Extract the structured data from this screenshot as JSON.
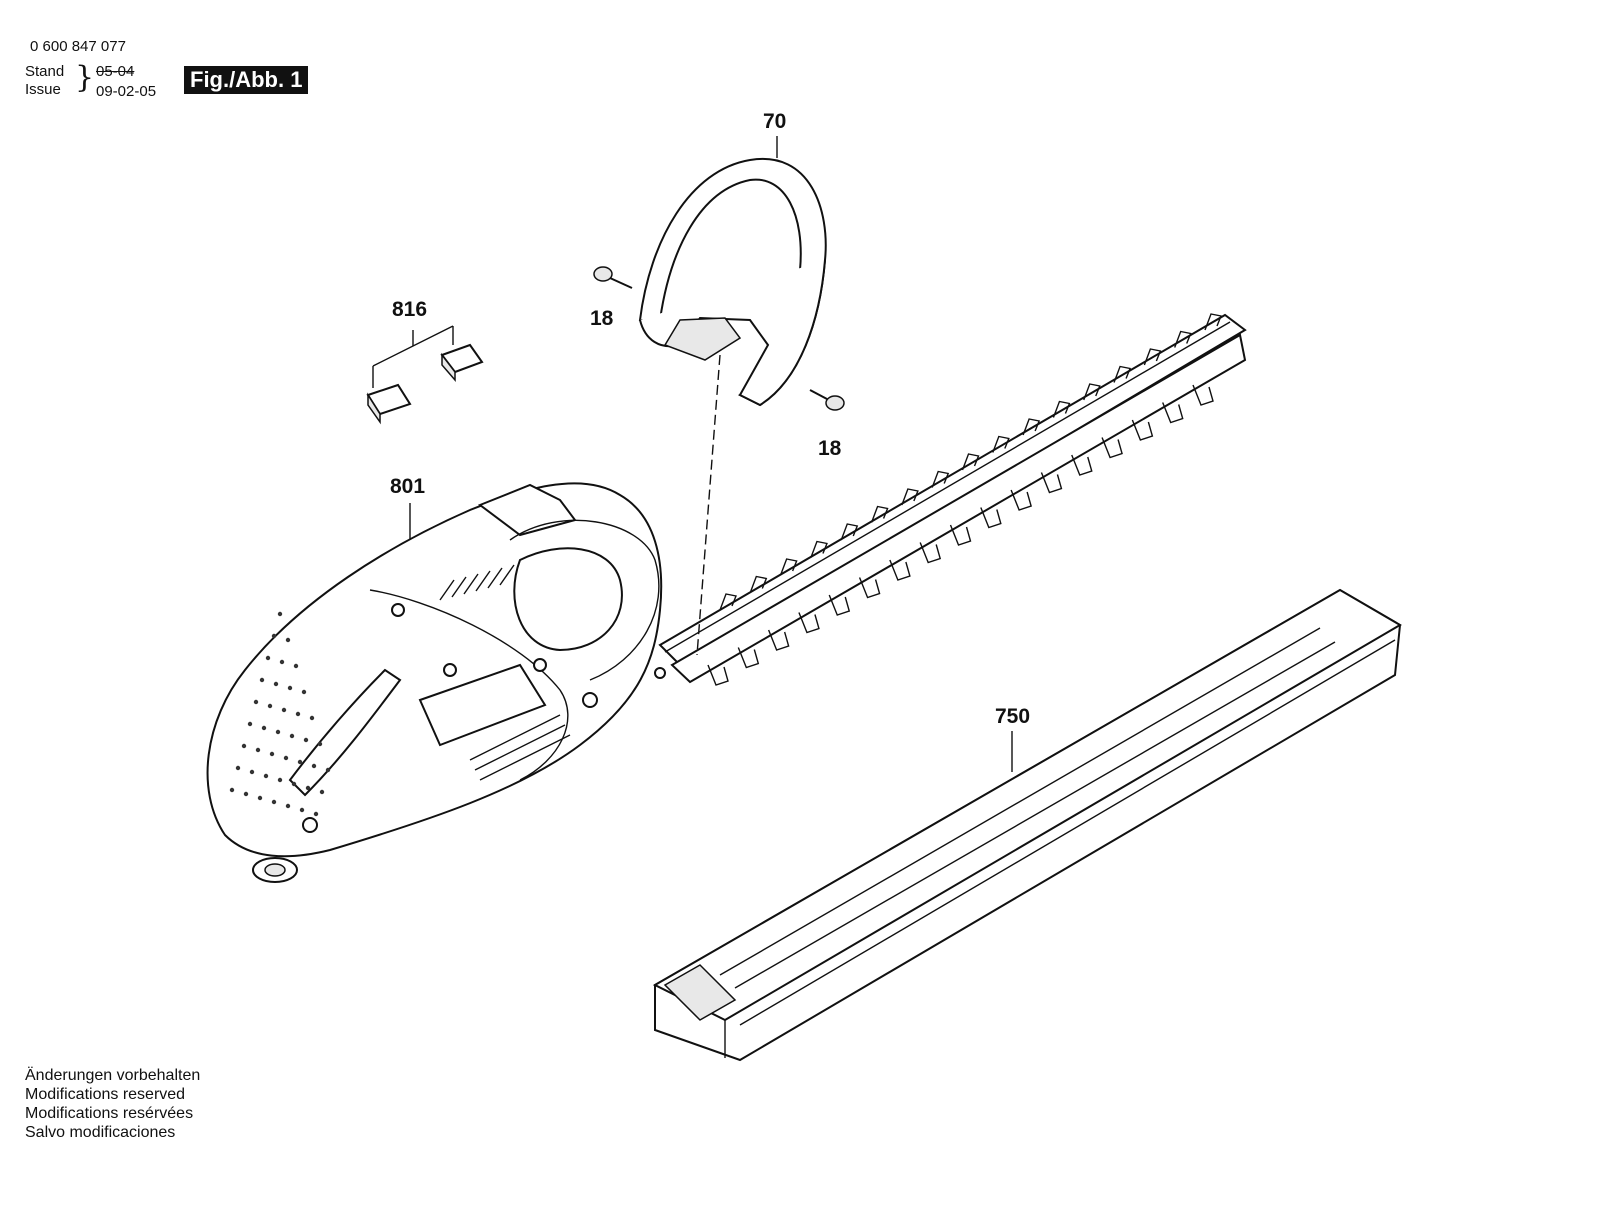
{
  "header": {
    "part_number": "0 600 847 077",
    "stand_label": "Stand",
    "issue_label": "Issue",
    "old_date": "05-04",
    "new_date": "09-02-05",
    "figure_label": "Fig./Abb. 1"
  },
  "callouts": {
    "guard": "70",
    "screw_left": "18",
    "screw_right": "18",
    "switch": "816",
    "housing": "801",
    "blade_sheath": "750"
  },
  "footer": {
    "lines": [
      "Änderungen vorbehalten",
      "Modifications reserved",
      "Modifications resérvées",
      "Salvo modificaciones"
    ]
  }
}
